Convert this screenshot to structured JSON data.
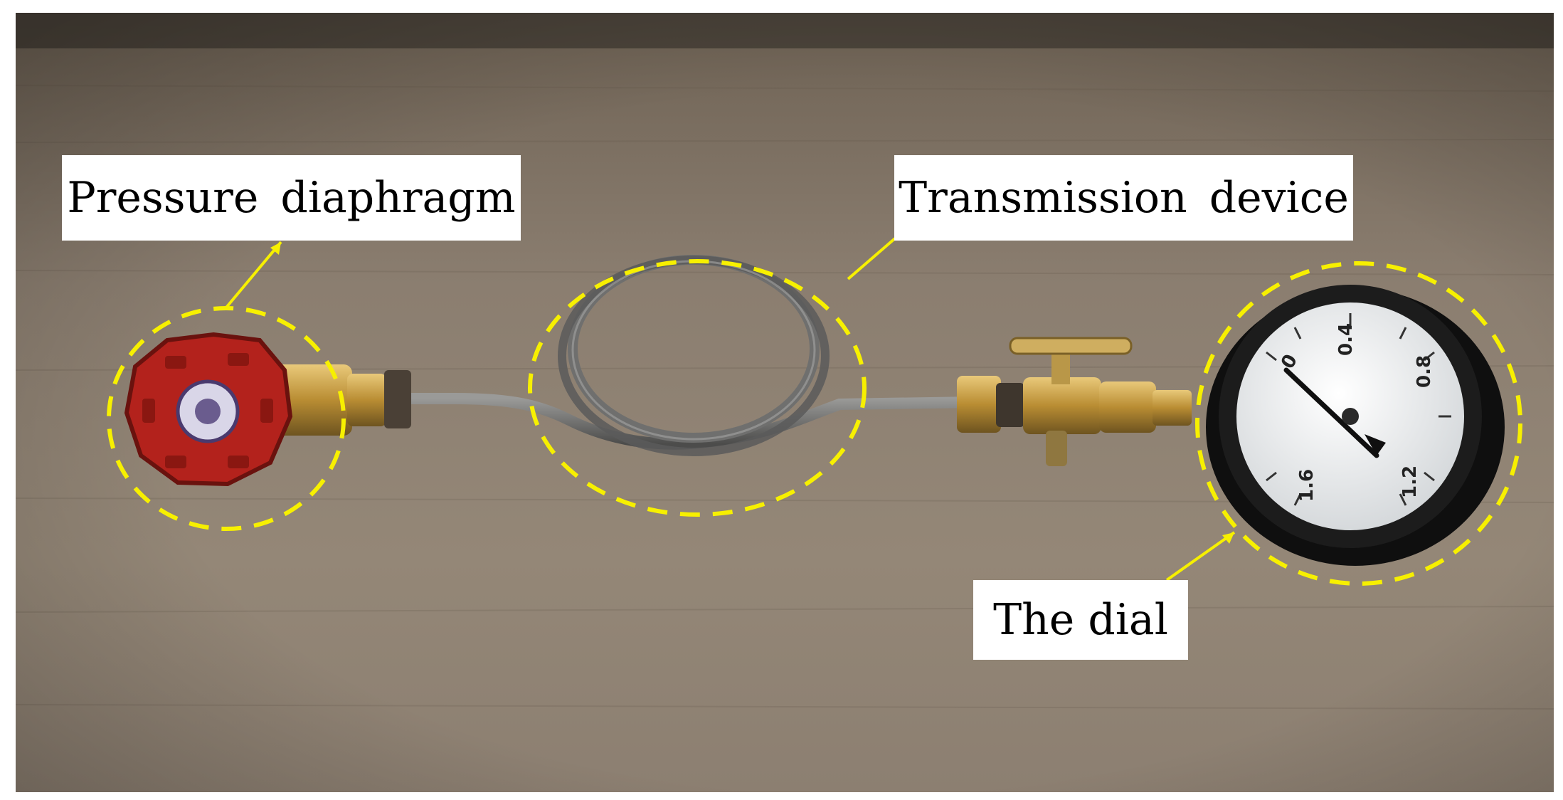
{
  "annotations": {
    "pressure_diaphragm": "Pressure diaphragm",
    "transmission_device": "Transmission device",
    "dial": "The dial"
  },
  "gauge": {
    "scale_labels": [
      "0",
      "0.4",
      "0.8",
      "1.2",
      "1.6"
    ]
  },
  "colors": {
    "background": "#ffffff",
    "surface": "#8a7c6d",
    "highlight": "#f7f000",
    "valve_handle": "#b3221c",
    "brass": "#c49a3c",
    "tube": "#6f6f6e",
    "gauge_rim": "#1c1c1c"
  }
}
